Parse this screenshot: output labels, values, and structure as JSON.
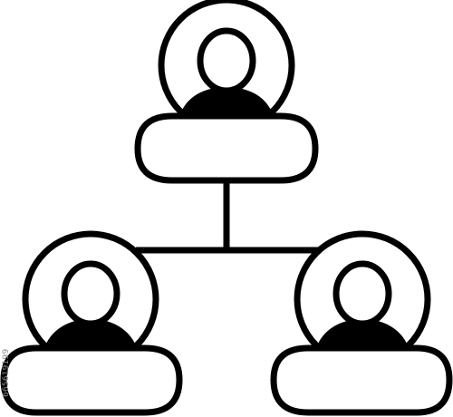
{
  "icon": {
    "name": "team-hierarchy-icon",
    "stroke_color": "#000000",
    "fill_color": "#000000",
    "background": "#ffffff",
    "nodes": [
      {
        "role": "top"
      },
      {
        "role": "bottom-left"
      },
      {
        "role": "bottom-right"
      }
    ]
  },
  "watermark": {
    "stock_id": "665619199"
  }
}
